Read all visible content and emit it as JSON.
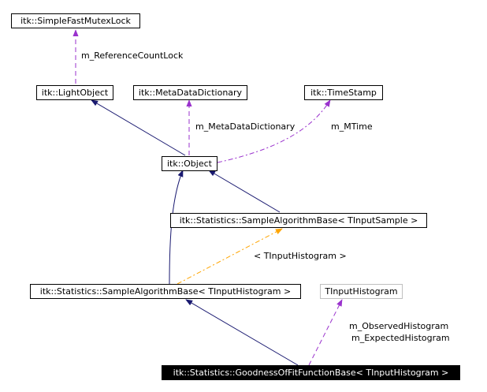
{
  "diagram": {
    "nodes": {
      "simple_fast_mutex_lock": "itk::SimpleFastMutexLock",
      "light_object": "itk::LightObject",
      "meta_data_dictionary": "itk::MetaDataDictionary",
      "time_stamp": "itk::TimeStamp",
      "object": "itk::Object",
      "sample_algorithm_base_sample": "itk::Statistics::SampleAlgorithmBase< TInputSample >",
      "sample_algorithm_base_histogram": "itk::Statistics::SampleAlgorithmBase< TInputHistogram >",
      "t_input_histogram": "TInputHistogram",
      "goodness_of_fit": "itk::Statistics::GoodnessOfFitFunctionBase< TInputHistogram >"
    },
    "edge_labels": {
      "reference_count_lock": "m_ReferenceCountLock",
      "meta_data_dictionary": "m_MetaDataDictionary",
      "mtime": "m_MTime",
      "template_arg": "< TInputHistogram >",
      "observed_histogram": "m_ObservedHistogram",
      "expected_histogram": "m_ExpectedHistogram"
    },
    "colors": {
      "inheritance": "#191970",
      "usage": "#9a32cd",
      "template": "#ffa500",
      "focus_fill": "#000000",
      "external_border": "#bfbfbf"
    }
  }
}
